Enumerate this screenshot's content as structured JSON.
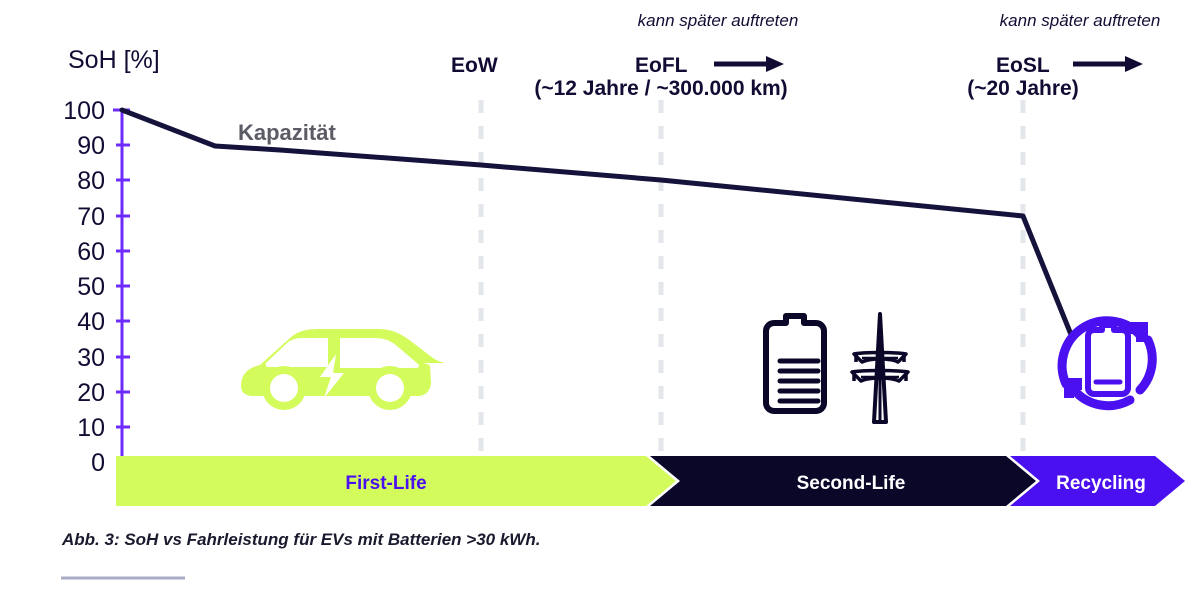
{
  "figure": {
    "axis_title": "SoH [%]",
    "series_label": "Kapazität",
    "caption": "Abb. 3: SoH vs Fahrleistung für EVs mit Batterien >30 kWh."
  },
  "colors": {
    "lime": "#D4FB5C",
    "navy": "#0A0729",
    "purple": "#4B10F0",
    "axis_purple": "#6E2BFF",
    "curve": "#15123B",
    "series_gray": "#5C5C66",
    "dashed": "#E3E6EA",
    "rule": "#A9AEC6",
    "white": "#FFFFFF"
  },
  "markers": [
    {
      "id": "eow",
      "label": "EoW",
      "sub": "",
      "note": "",
      "arrow": false,
      "x": 481
    },
    {
      "id": "eofl",
      "label": "EoFL",
      "sub": "(~12 Jahre / ~300.000 km)",
      "note": "kann später auftreten",
      "arrow": true,
      "x": 661
    },
    {
      "id": "eosl",
      "label": "EoSL",
      "sub": "(~20 Jahre)",
      "note": "kann später auftreten",
      "arrow": true,
      "x": 1023
    }
  ],
  "phases": [
    {
      "id": "first-life",
      "label": "First-Life",
      "fill": "#D4FB5C",
      "text": "#4B10F0"
    },
    {
      "id": "second-life",
      "label": "Second-Life",
      "fill": "#0A0729",
      "text": "#FFFFFF"
    },
    {
      "id": "recycling",
      "label": "Recycling",
      "fill": "#4B10F0",
      "text": "#FFFFFF"
    }
  ],
  "icons": {
    "car": "electric-car-icon",
    "battery": "battery-icon",
    "pylon": "power-pylon-icon",
    "recycle": "battery-recycling-icon"
  },
  "chart_data": {
    "type": "line",
    "title": "",
    "xlabel": "",
    "ylabel": "SoH [%]",
    "ylim": [
      0,
      100
    ],
    "yticks": [
      0,
      10,
      20,
      30,
      40,
      50,
      60,
      70,
      80,
      90,
      100
    ],
    "grid": false,
    "legend": "none",
    "series": [
      {
        "name": "Kapazität",
        "points": [
          {
            "x": 0,
            "y": 100
          },
          {
            "x": 9.3,
            "y": 90
          },
          {
            "x": 33.3,
            "y": 84
          },
          {
            "x": 50.0,
            "y": 80.5
          },
          {
            "x": 83.5,
            "y": 70
          },
          {
            "x": 88.0,
            "y": 36
          }
        ]
      }
    ],
    "annotations": [
      {
        "text": "EoW",
        "x": 33.3
      },
      {
        "text": "EoFL (~12 Jahre / ~300.000 km)",
        "x": 50.0
      },
      {
        "text": "EoSL (~20 Jahre)",
        "x": 83.5
      }
    ]
  }
}
